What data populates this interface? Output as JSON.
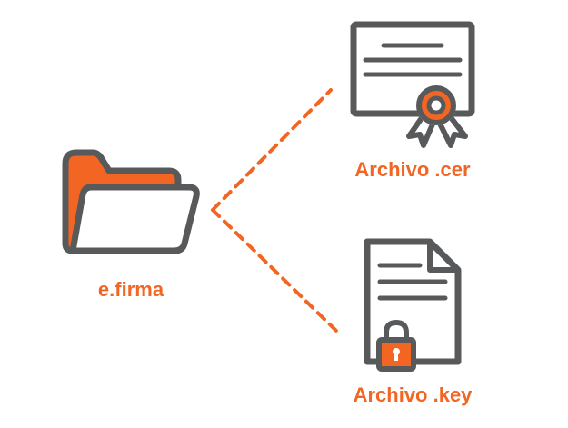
{
  "colors": {
    "accent": "#F26522",
    "outline": "#58595B",
    "background": "#FFFFFF"
  },
  "nodes": {
    "folder": {
      "label": "e.firma",
      "icon": "folder-icon"
    },
    "certificate": {
      "label": "Archivo .cer",
      "icon": "certificate-icon"
    },
    "key": {
      "label": "Archivo .key",
      "icon": "locked-document-icon"
    }
  },
  "connectors": [
    {
      "from": "folder",
      "to": "certificate",
      "style": "dashed"
    },
    {
      "from": "folder",
      "to": "key",
      "style": "dashed"
    }
  ]
}
